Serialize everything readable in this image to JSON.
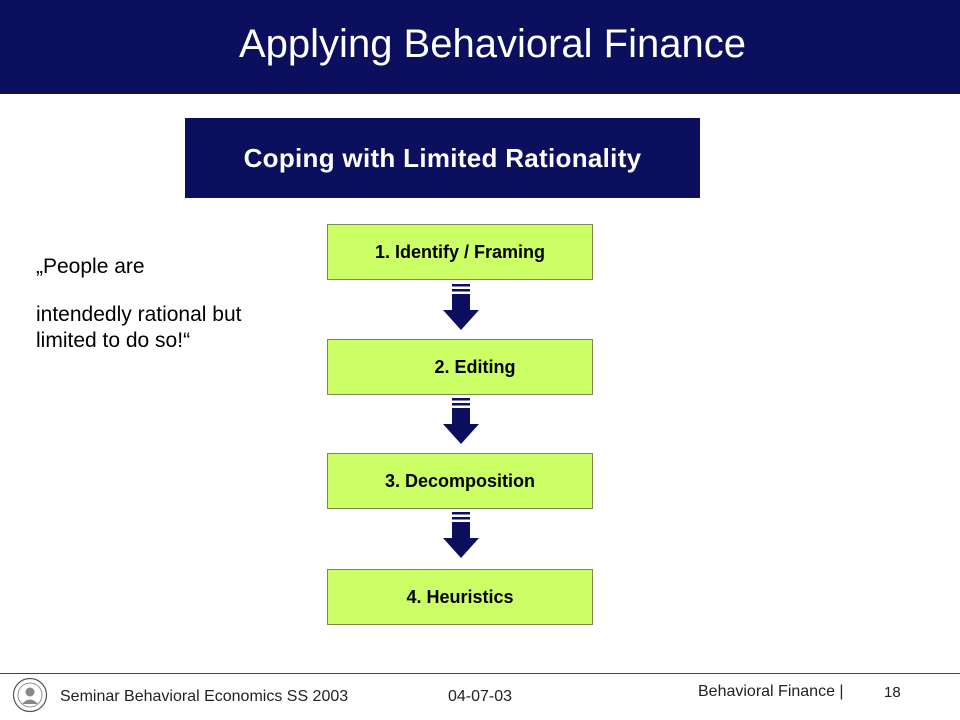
{
  "slide": {
    "title": "Applying Behavioral Finance",
    "subtitle": "Coping with Limited Rationality"
  },
  "quote": {
    "line1": "„People are",
    "line2": "intendedly rational but limited to do so!“"
  },
  "steps": [
    {
      "label": "1. Identify / Framing"
    },
    {
      "label": "2. Editing"
    },
    {
      "label": "3. Decomposition"
    },
    {
      "label": "4. Heuristics"
    }
  ],
  "colors": {
    "header": "#0b0f5e",
    "step_fill": "#ccff66",
    "arrow": "#0b0f5e"
  },
  "footer": {
    "course": "Seminar Behavioral Economics  SS 2003",
    "date": "04-07-03",
    "section": "Behavioral Finance |",
    "page": "18"
  }
}
